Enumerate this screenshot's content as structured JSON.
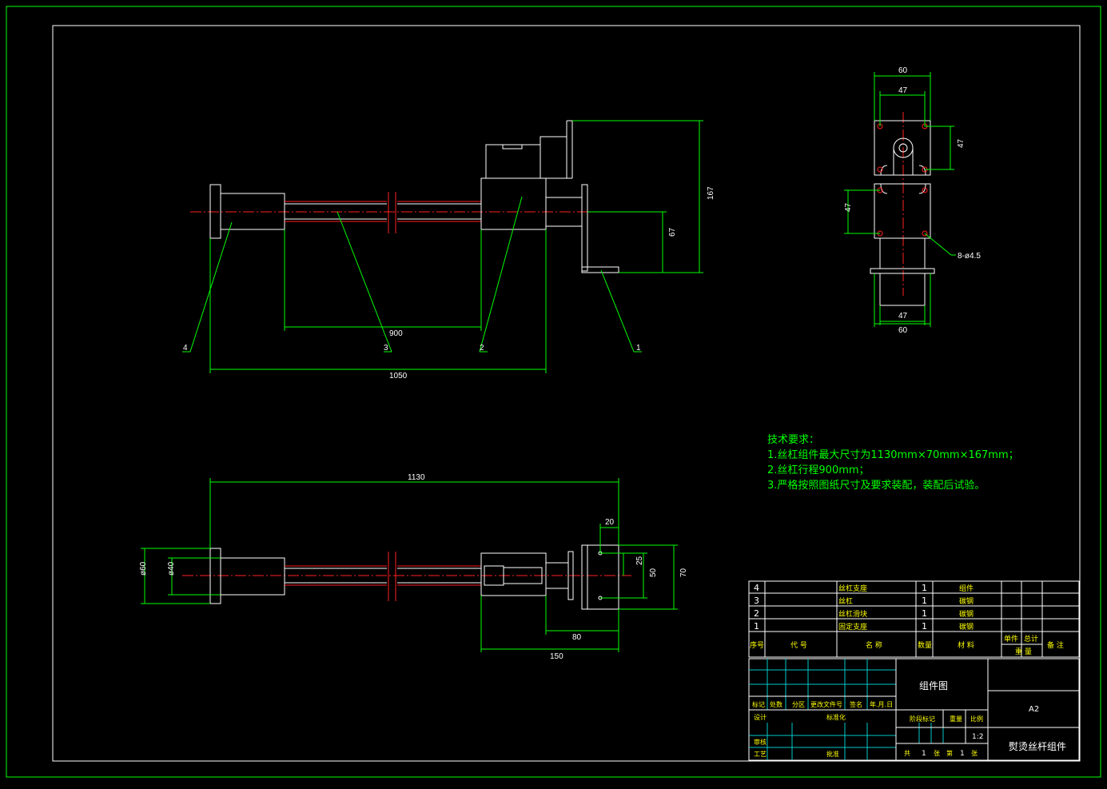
{
  "dimensions": {
    "d900": "900",
    "d1050": "1050",
    "d167": "167",
    "d67": "67",
    "top60": "60",
    "top47": "47",
    "side47": "47",
    "left47": "47",
    "holes": "8-ø4.5",
    "bot47": "47",
    "bot60": "60",
    "d1130": "1130",
    "d20": "20",
    "d25": "25",
    "d50": "50",
    "d70": "70",
    "d80": "80",
    "d150": "150",
    "phi60": "ø60",
    "phi40": "ø40"
  },
  "balloons": [
    "1",
    "2",
    "3",
    "4"
  ],
  "notes": {
    "title": "技术要求：",
    "line1": "1.丝杠组件最大尺寸为1130mm×70mm×167mm；",
    "line2": "2.丝杠行程900mm；",
    "line3": "3.严格按照图纸尺寸及要求装配，装配后试验。"
  },
  "bom": {
    "rows": [
      {
        "no": "4",
        "code": "",
        "name": "丝杠支座",
        "qty": "1",
        "material": "组件",
        "unit": "",
        "total": "",
        "note": ""
      },
      {
        "no": "3",
        "code": "",
        "name": "丝杠",
        "qty": "1",
        "material": "碳钢",
        "unit": "",
        "total": "",
        "note": ""
      },
      {
        "no": "2",
        "code": "",
        "name": "丝杠滑块",
        "qty": "1",
        "material": "碳钢",
        "unit": "",
        "total": "",
        "note": ""
      },
      {
        "no": "1",
        "code": "",
        "name": "固定支座",
        "qty": "1",
        "material": "碳钢",
        "unit": "",
        "total": "",
        "note": ""
      }
    ],
    "header": {
      "no": "序号",
      "code": "代 号",
      "name": "名 称",
      "qty": "数量",
      "material": "材 料",
      "unit": "单件",
      "total": "总计",
      "weight": "重 量",
      "note": "备 注"
    }
  },
  "titleblock": {
    "drawing_name": "组件图",
    "size": "A2",
    "part_name": "熨烫丝杆组件",
    "scale": "1:2",
    "labels": {
      "mark": "标记",
      "count": "处数",
      "zone": "分区",
      "doc": "更改文件号",
      "sign": "签名",
      "date": "年.月.日",
      "design": "设计",
      "std": "标准化",
      "review": "审核",
      "process": "工艺",
      "approve": "批准",
      "stage": "阶段标记",
      "weight": "重量",
      "ratio": "比例",
      "total_sheets": "共",
      "sheets_val": "1",
      "zhang": "张",
      "sheet_no": "第",
      "sheet_val": "1",
      "zhang2": "张"
    }
  }
}
